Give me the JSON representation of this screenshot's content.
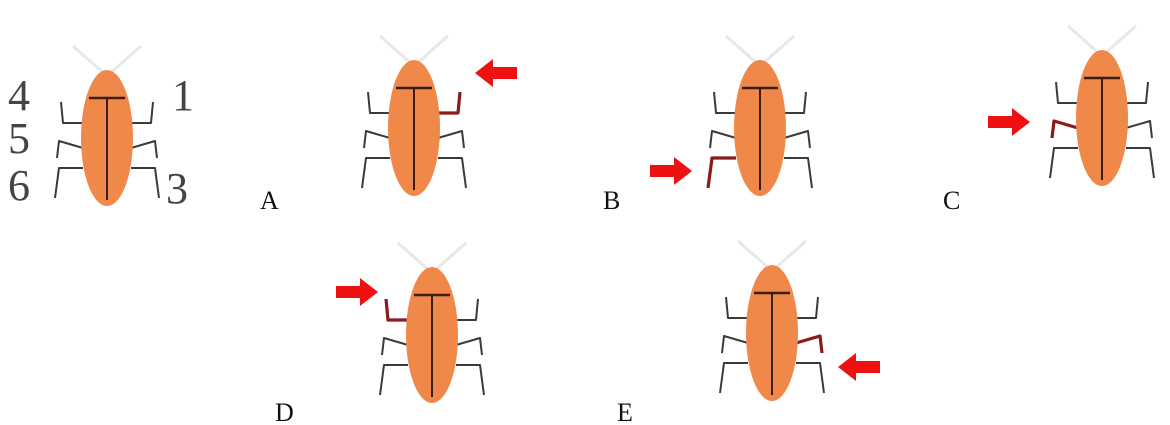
{
  "colors": {
    "body": "#F0884A",
    "body_shadow": "#E07535",
    "leg": "#3a3a3a",
    "midline": "#3a1f10",
    "antenna": "#e8e8e8",
    "highlight_leg": "#8B1A1A",
    "arrow": "#EE1111"
  },
  "reference": {
    "leg_numbers": [
      "1",
      "3",
      "4",
      "5",
      "6"
    ]
  },
  "panels": [
    {
      "letter": "A",
      "highlighted_leg": "front-right",
      "arrow": "right"
    },
    {
      "letter": "B",
      "highlighted_leg": "rear-left",
      "arrow": "left"
    },
    {
      "letter": "C",
      "highlighted_leg": "middle-left",
      "arrow": "left"
    },
    {
      "letter": "D",
      "highlighted_leg": "front-left",
      "arrow": "left"
    },
    {
      "letter": "E",
      "highlighted_leg": "middle-right",
      "arrow": "right"
    }
  ]
}
